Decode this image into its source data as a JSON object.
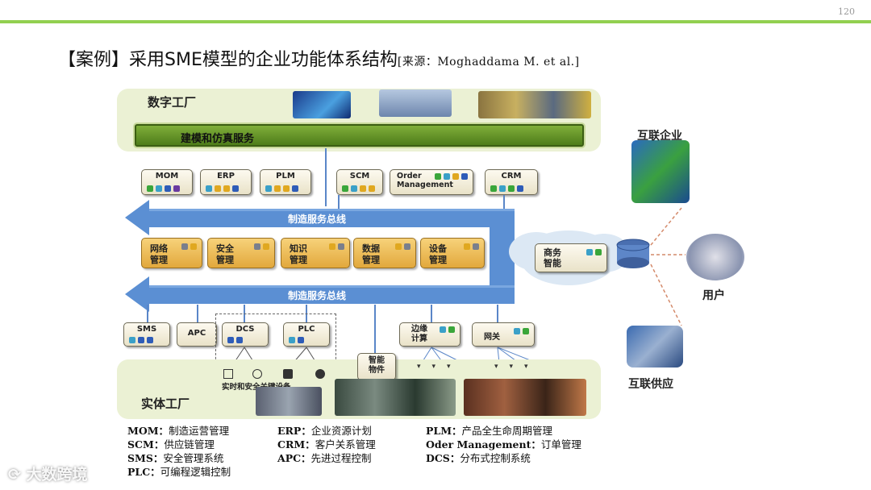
{
  "page": {
    "number": "120",
    "accent": "#92d050"
  },
  "title": {
    "main": "【案例】采用SME模型的企业功能体系结构",
    "source": "[来源：Moghaddama M. et al.]"
  },
  "diagram": {
    "digital_factory": "数字工厂",
    "modeling_bar": "建模和仿真服务",
    "top_modules": [
      "MOM",
      "ERP",
      "PLM",
      "SCM",
      "Order Management",
      "CRM"
    ],
    "bus_upper": "制造服务总线",
    "bus_lower": "制造服务总线",
    "management": [
      {
        "line1": "网络",
        "line2": "管理"
      },
      {
        "line1": "安全",
        "line2": "管理"
      },
      {
        "line1": "知识",
        "line2": "管理"
      },
      {
        "line1": "数据",
        "line2": "管理"
      },
      {
        "line1": "设备",
        "line2": "管理"
      }
    ],
    "business_intel": {
      "line1": "商务",
      "line2": "智能"
    },
    "bottom_modules": [
      "SMS",
      "APC",
      "DCS",
      "PLC"
    ],
    "edge": {
      "line1": "边缘",
      "line2": "计算"
    },
    "gateway": "网关",
    "smart_object": {
      "line1": "智能",
      "line2": "物件"
    },
    "realtime_devices": "实时和安全关键设备",
    "physical_factory": "实体工厂",
    "side": {
      "connected_enterprise": "互联企业",
      "user": "用户",
      "connected_supply": "互联供应"
    },
    "colors": {
      "bus": "#5b8fd3",
      "zone": "#ebf1d4",
      "modeling": "#5f8f24",
      "management": "#f0bc55"
    }
  },
  "legend": [
    [
      {
        "abbr": "MOM：",
        "text": "制造运营管理"
      },
      {
        "abbr": "ERP：",
        "text": "企业资源计划"
      },
      {
        "abbr": "PLM：",
        "text": "产品全生命周期管理"
      }
    ],
    [
      {
        "abbr": "SCM：",
        "text": "供应链管理"
      },
      {
        "abbr": "CRM：",
        "text": "客户关系管理"
      },
      {
        "abbr": "Oder Management：",
        "text": "订单管理"
      }
    ],
    [
      {
        "abbr": "SMS：",
        "text": "安全管理系统"
      },
      {
        "abbr": "APC：",
        "text": "先进过程控制"
      },
      {
        "abbr": "DCS：",
        "text": "分布式控制系统"
      }
    ],
    [
      {
        "abbr": "PLC：",
        "text": "可编程逻辑控制"
      }
    ]
  ],
  "watermark": "大数跨境"
}
